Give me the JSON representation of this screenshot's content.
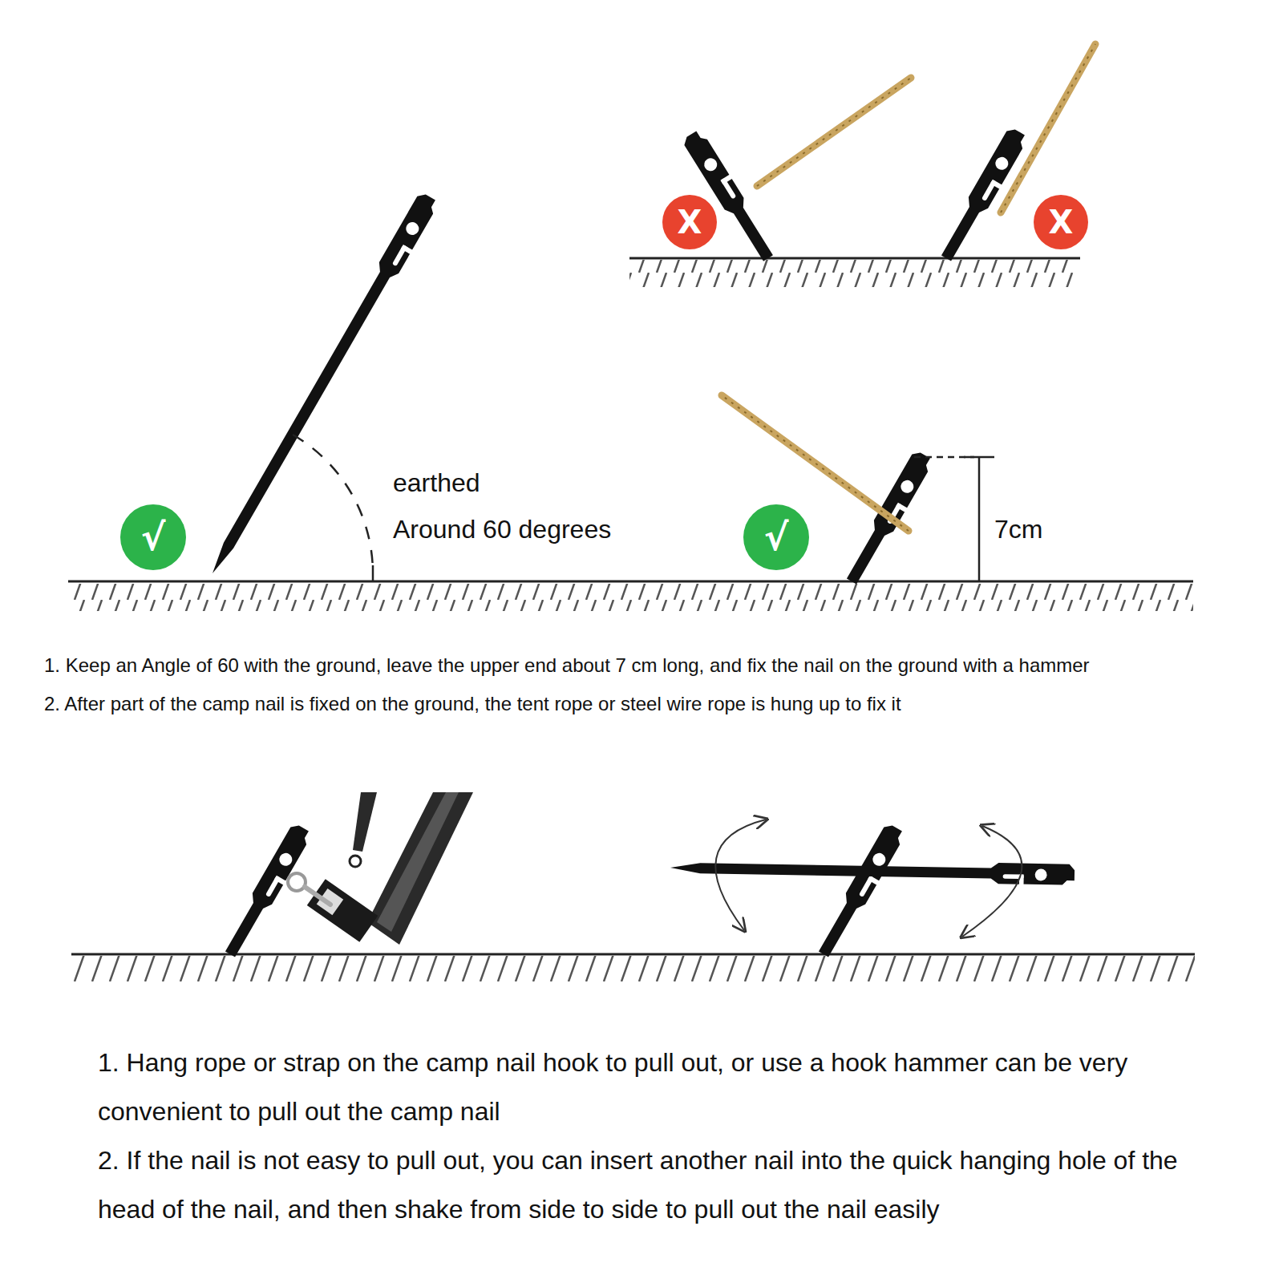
{
  "diagram": {
    "nodes": [
      {
        "text": [
          "X"
        ]
      },
      {
        "text": [
          "X"
        ]
      },
      {
        "text": [
          "√"
        ]
      },
      {
        "text": [
          "√"
        ]
      }
    ],
    "edges": [],
    "labels": [
      "earthed",
      "Around 60 degrees",
      "7cm",
      "1. Keep an Angle of 60 with the ground, leave the upper end about 7 cm long, and fix the nail on the ground with a hammer",
      "2. After part of the camp nail is fixed on the ground, the tent rope or steel wire rope is hung up to fix it",
      "1. Hang rope or strap on the camp nail hook to pull out, or use a hook hammer can be very convenient to pull out the camp nail",
      "2. If the nail is not easy to pull out, you can insert another nail into the quick hanging hole of the head of the nail, and then shake from side to side to pull out the nail easily"
    ]
  }
}
